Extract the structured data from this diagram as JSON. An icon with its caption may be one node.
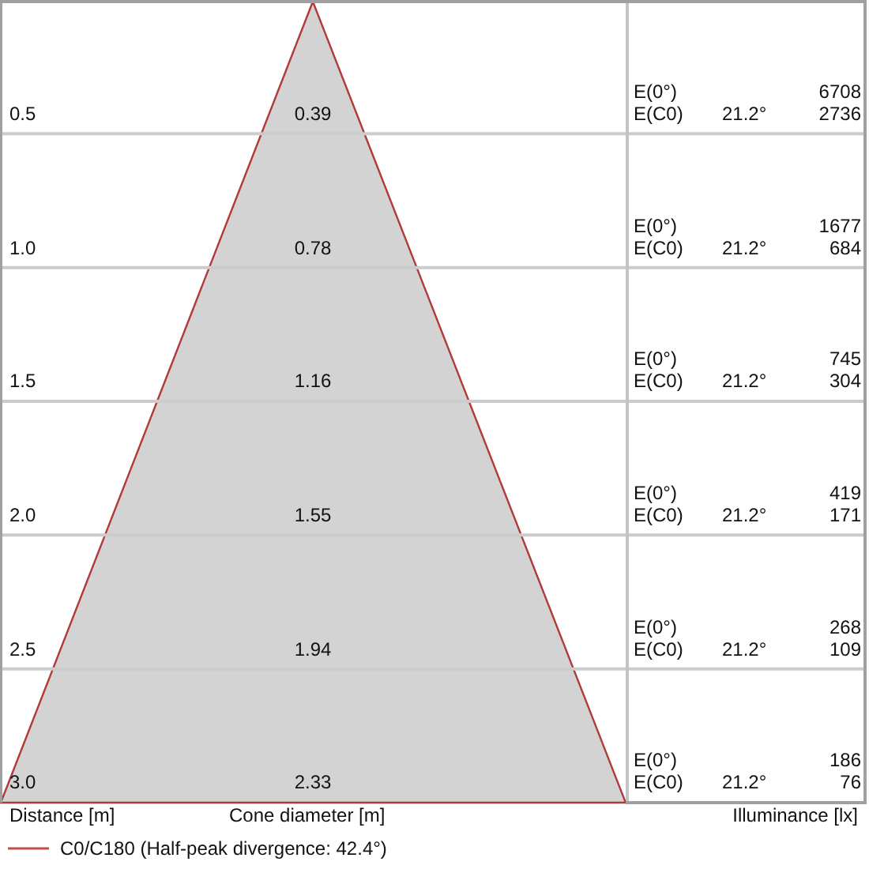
{
  "diagram": {
    "labels": [
      "0.5",
      "0.39",
      "E(0°)",
      "6708",
      "E(C0)",
      "21.2°",
      "2736",
      "1.0",
      "0.78",
      "E(0°)",
      "1677",
      "E(C0)",
      "21.2°",
      "684",
      "1.5",
      "1.16",
      "E(0°)",
      "745",
      "E(C0)",
      "21.2°",
      "304",
      "2.0",
      "1.55",
      "E(0°)",
      "419",
      "E(C0)",
      "21.2°",
      "171",
      "2.5",
      "1.94",
      "E(0°)",
      "268",
      "E(C0)",
      "21.2°",
      "109",
      "3.0",
      "2.33",
      "E(0°)",
      "186",
      "E(C0)",
      "21.2°",
      "76",
      "Distance [m]",
      "Cone diameter [m]",
      "Illuminance [lx]"
    ],
    "legend": [
      {
        "text": "C0/C180 (Half-peak divergence: 42.4°)"
      }
    ]
  }
}
